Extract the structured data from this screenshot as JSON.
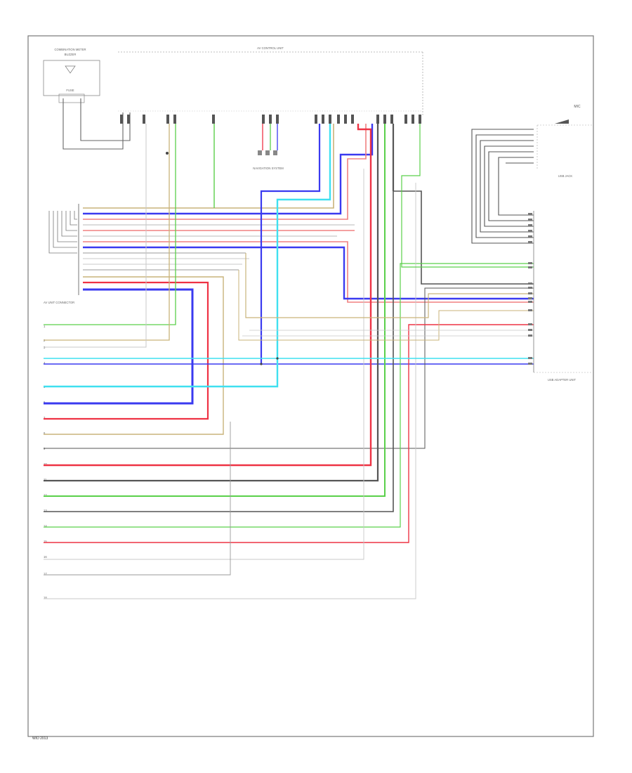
{
  "labels": {
    "top_left_component": "COMBINATION METER",
    "top_left_sub": "BUZZER",
    "top_left_fuse": "FUSE",
    "top_center_unit": "AV CONTROL UNIT",
    "mid_center_system": "NAVIGATION SYSTEM",
    "mid_left_connector": "AV UNIT CONNECTOR",
    "right_top_unit": "MIC",
    "right_top_sub": "USB JACK",
    "right_bottom_unit": "USB ADAPTER UNIT",
    "footer": "W/D 2013"
  },
  "colors": {
    "green": "#5ad04a",
    "tan": "#c9b37a",
    "blue": "#3a3af0",
    "pink": "#f08080",
    "red": "#ee3344",
    "cyan": "#3fe0f0",
    "dark": "#555555",
    "gray": "#9a9a9a",
    "light_gray": "#c8c8c8",
    "frame": "#777777"
  },
  "left_pins": [
    "1",
    "2",
    "3",
    "4",
    "5",
    "6",
    "7",
    "8",
    "9",
    "10",
    "11",
    "12",
    "13",
    "14",
    "15",
    "16",
    "17",
    "18"
  ]
}
